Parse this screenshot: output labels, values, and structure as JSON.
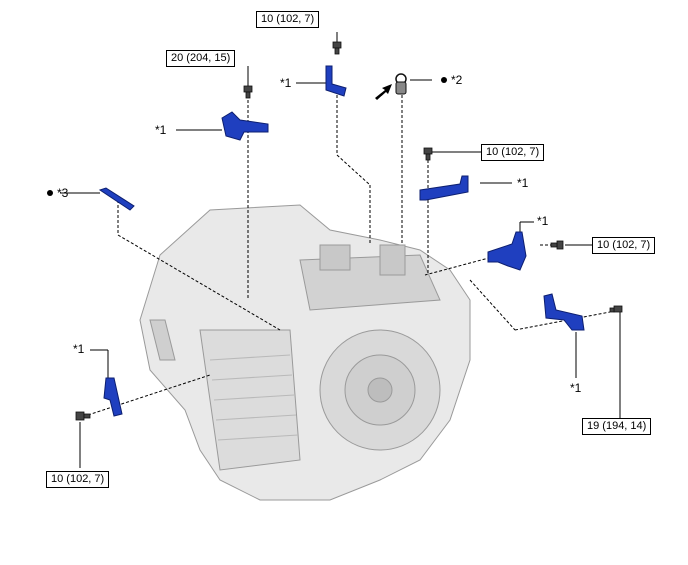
{
  "torque_specs": {
    "top_center": "10 (102, 7)",
    "upper_left": "20 (204, 15)",
    "center_right": "10 (102, 7)",
    "right": "10 (102, 7)",
    "lower_right": "19 (194, 14)",
    "lower_left": "10 (102, 7)"
  },
  "callouts": {
    "bracket_top": "*1",
    "bracket_left": "*1",
    "bracket_center_right": "*1",
    "bracket_right": "*1",
    "bracket_lower_right": "*1",
    "bracket_lower_left": "*1",
    "sensor": "*2",
    "clip": "*3"
  },
  "colors": {
    "part_blue": "#1f3fbf",
    "line": "#000000",
    "housing": "#e9e9e9",
    "housing_dark": "#b9b9b9"
  }
}
